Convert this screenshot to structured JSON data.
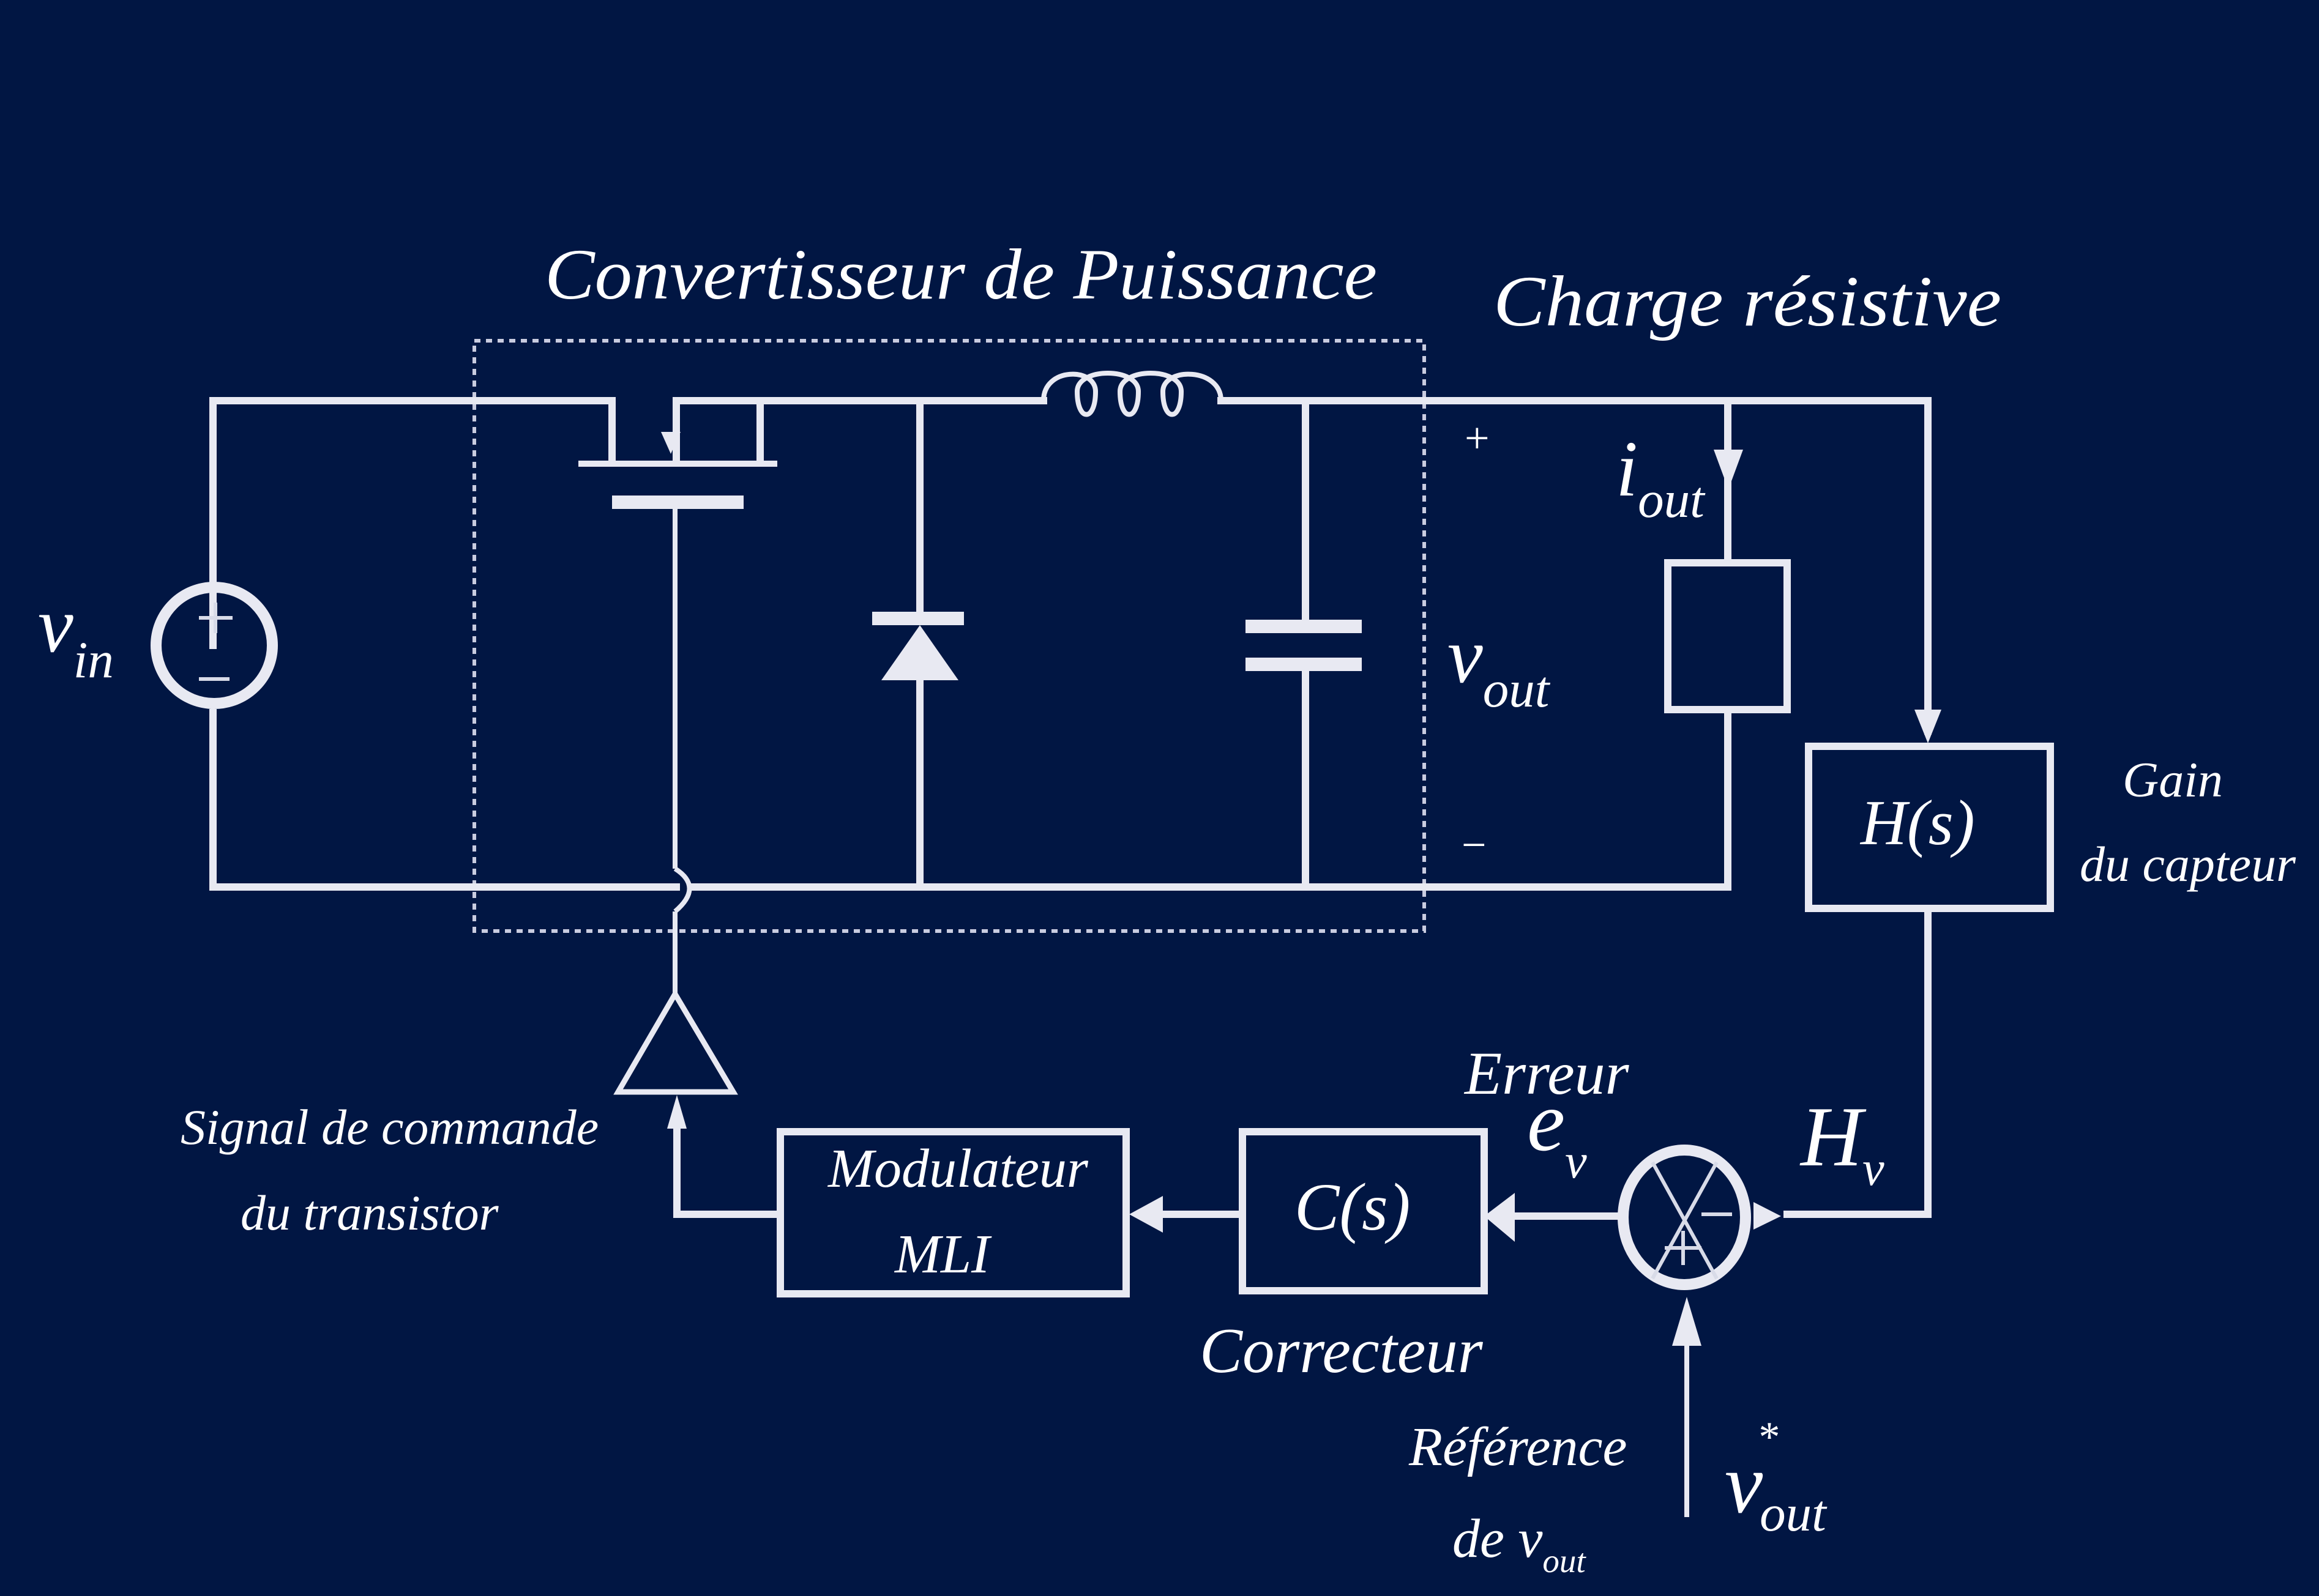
{
  "diagram": {
    "title_converter": "Convertisseur de Puissance",
    "title_load": "Charge résistive",
    "background_color": "#011643",
    "line_color": "#e8e9f2",
    "labels": {
      "vin_main": "v",
      "vin_sub": "in",
      "vout_main": "v",
      "vout_sub": "out",
      "iout_main": "i",
      "iout_sub": "out",
      "plus_sign": "+",
      "minus_sign": "−",
      "sensor_block": "H(s)",
      "sensor_caption_line1": "Gain",
      "sensor_caption_line2": "du capteur",
      "hv_main": "H",
      "hv_sub": "v",
      "error_caption": "Erreur",
      "ev_main": "e",
      "ev_sub": "v",
      "corrector_block": "C(s)",
      "corrector_caption": "Correcteur",
      "modulator_line1": "Modulateur",
      "modulator_line2": "MLI",
      "gate_signal_line1": "Signal de commande",
      "gate_signal_line2": "du transistor",
      "reference_line1": "Référence",
      "reference_line2_main": "de v",
      "reference_line2_sub": "out",
      "vref_main": "v",
      "vref_sub": "out",
      "vref_sup": "*",
      "summer_plus": "+",
      "summer_minus": "−"
    },
    "components": [
      {
        "id": "voltage-source",
        "name": "Source de tension v_in"
      },
      {
        "id": "mosfet",
        "name": "Transistor"
      },
      {
        "id": "diode",
        "name": "Diode"
      },
      {
        "id": "inductor",
        "name": "Inductance"
      },
      {
        "id": "capacitor",
        "name": "Condensateur"
      },
      {
        "id": "load-resistor",
        "name": "Charge résistive"
      },
      {
        "id": "sensor-block",
        "name": "H(s)"
      },
      {
        "id": "summing-junction",
        "name": "Comparateur"
      },
      {
        "id": "corrector-block",
        "name": "C(s)"
      },
      {
        "id": "modulator-block",
        "name": "Modulateur MLI"
      },
      {
        "id": "gate-driver",
        "name": "Driver"
      }
    ]
  }
}
